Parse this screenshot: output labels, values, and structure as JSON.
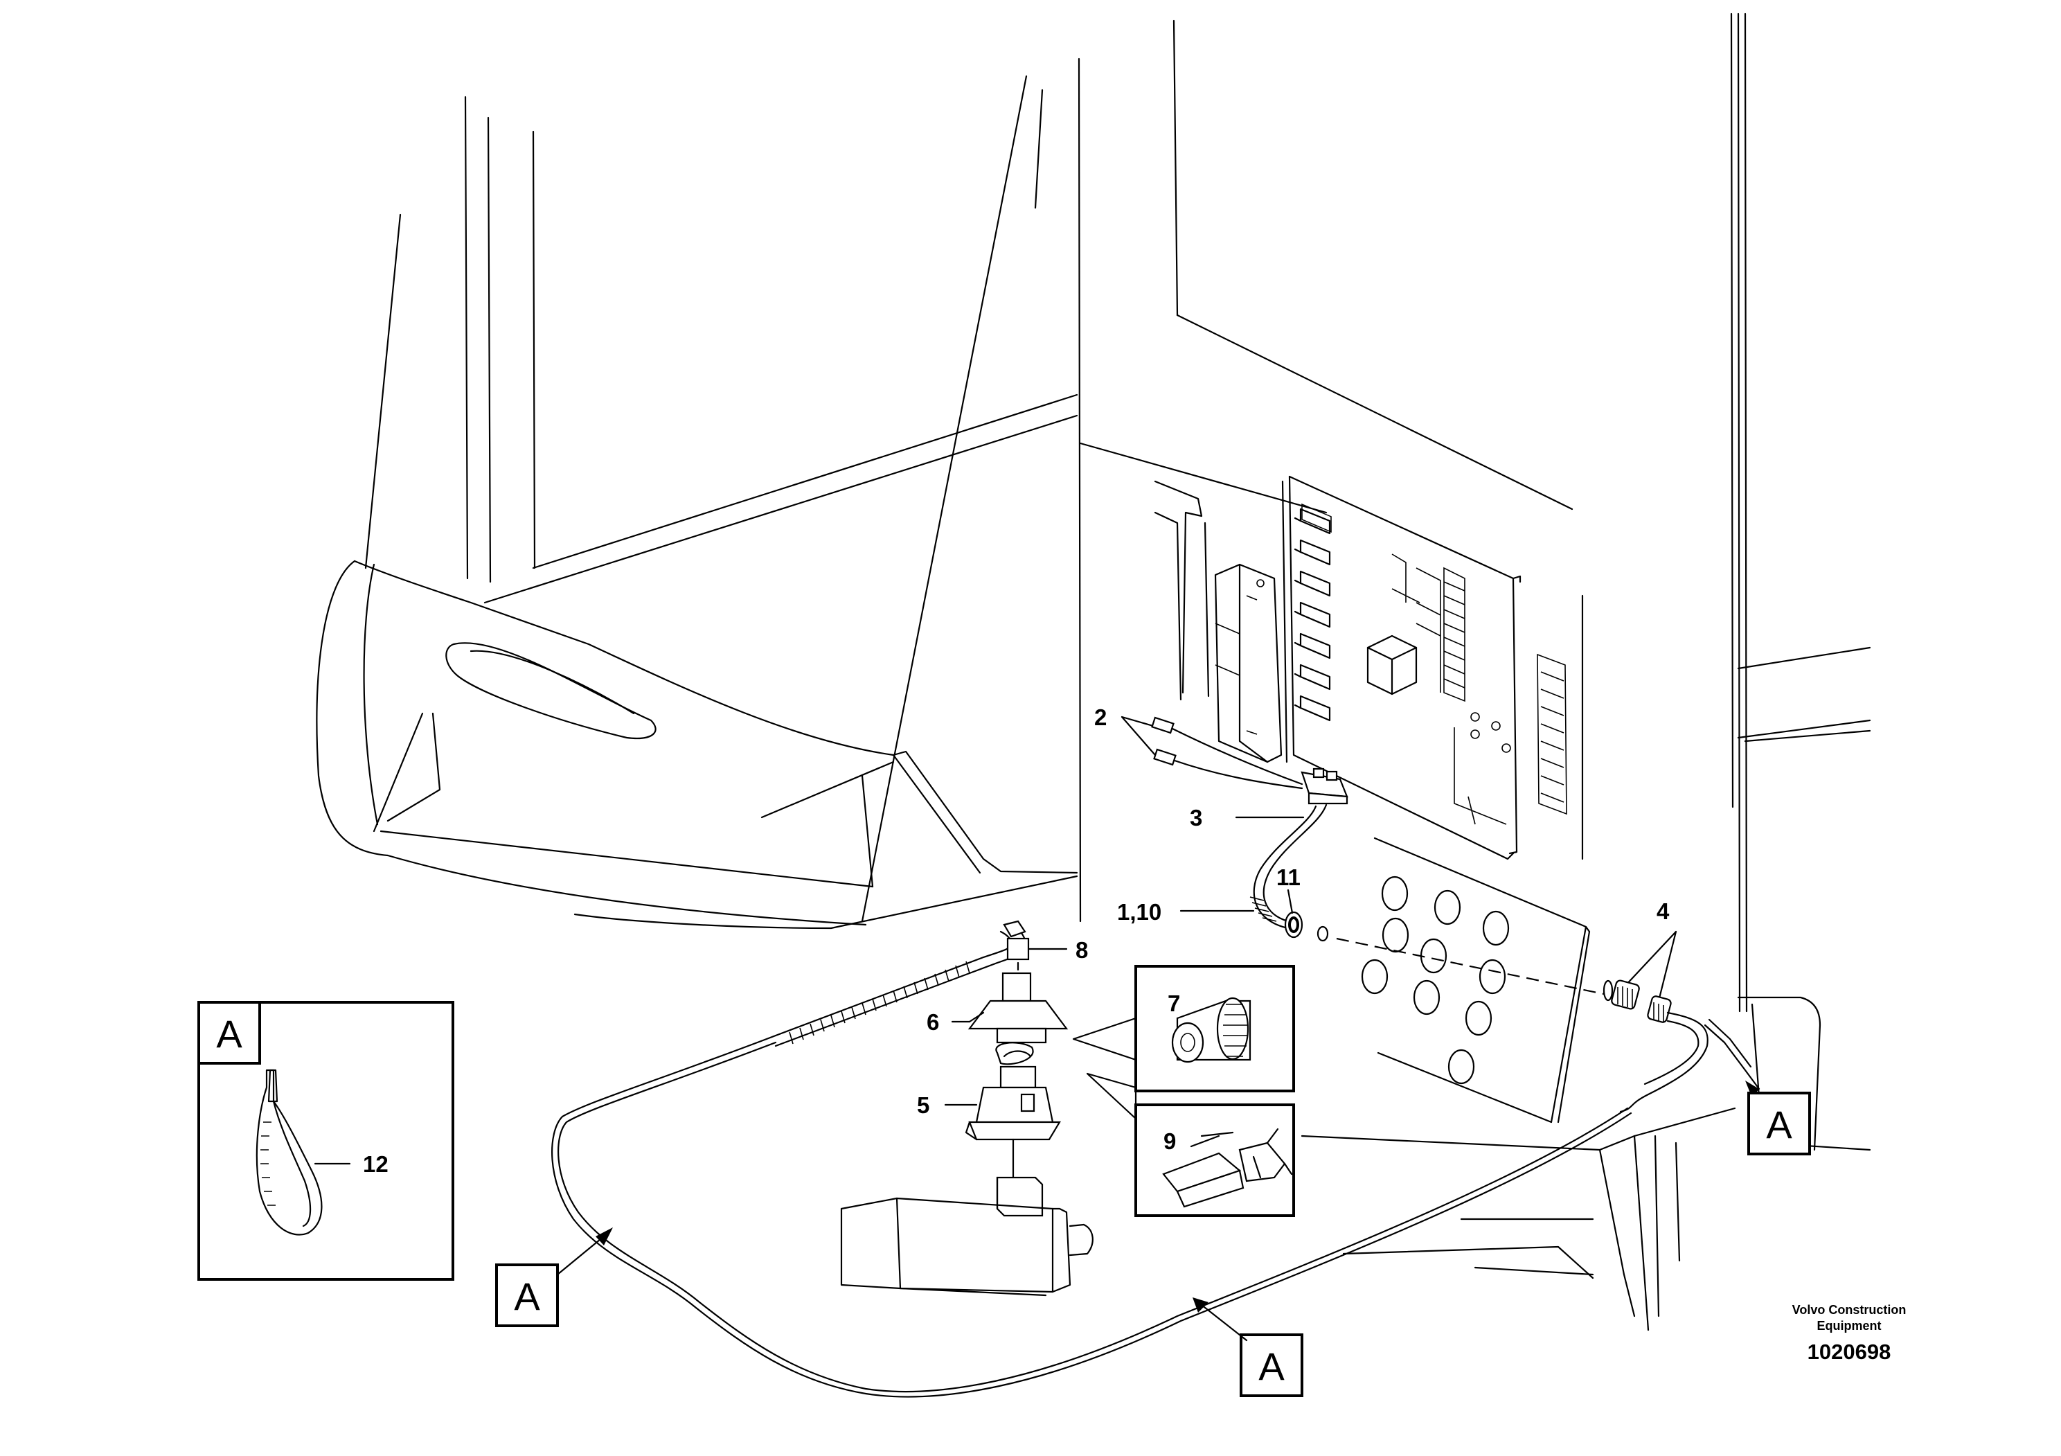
{
  "callouts": [
    "2",
    "3",
    "1,10",
    "11",
    "4",
    "8",
    "6",
    "7",
    "5",
    "9",
    "12"
  ],
  "detail_letter": "A",
  "caption": [
    "Volvo Construction",
    "Equipment"
  ],
  "document_number": "1020698"
}
